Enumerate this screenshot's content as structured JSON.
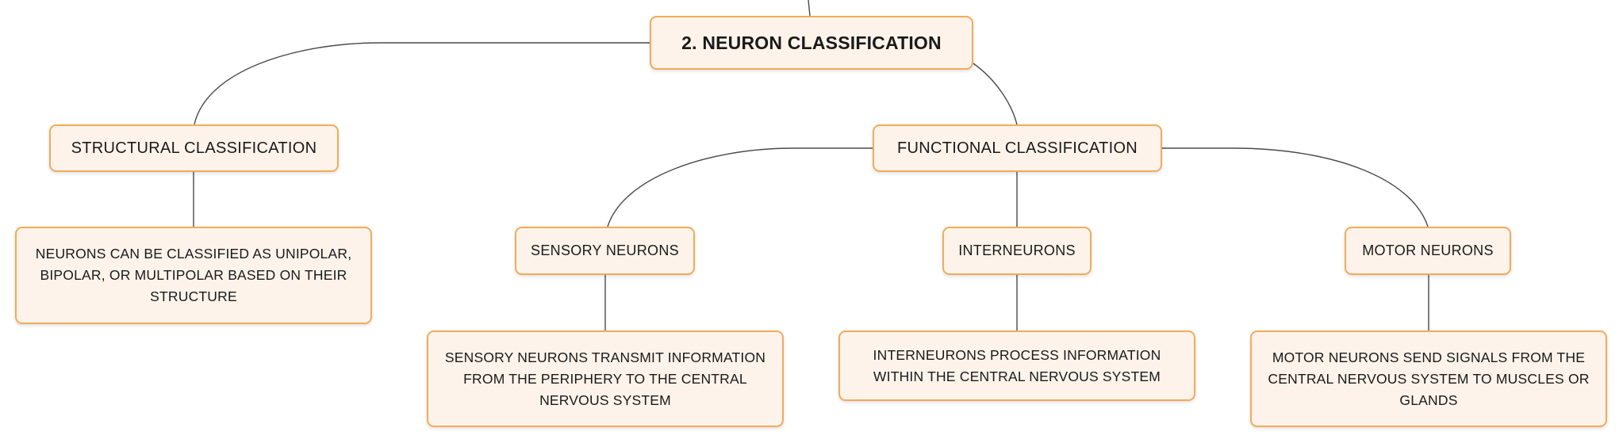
{
  "root": {
    "label": "2. NEURON CLASSIFICATION"
  },
  "structural": {
    "label": "STRUCTURAL CLASSIFICATION",
    "description": "NEURONS CAN BE CLASSIFIED AS UNIPOLAR, BIPOLAR, OR MULTIPOLAR BASED ON THEIR STRUCTURE"
  },
  "functional": {
    "label": "FUNCTIONAL CLASSIFICATION",
    "children": [
      {
        "label": "SENSORY NEURONS",
        "description": "SENSORY NEURONS TRANSMIT INFORMATION FROM THE PERIPHERY TO THE CENTRAL NERVOUS SYSTEM"
      },
      {
        "label": "INTERNEURONS",
        "description": "INTERNEURONS PROCESS INFORMATION WITHIN THE CENTRAL NERVOUS SYSTEM"
      },
      {
        "label": "MOTOR NEURONS",
        "description": "MOTOR NEURONS SEND SIGNALS FROM THE CENTRAL NERVOUS SYSTEM TO MUSCLES OR GLANDS"
      }
    ]
  },
  "colors": {
    "node_fill": "#fdf3ea",
    "node_border": "#f2ab5a",
    "connector": "#4a4a4a",
    "text": "#1a1a1a"
  }
}
